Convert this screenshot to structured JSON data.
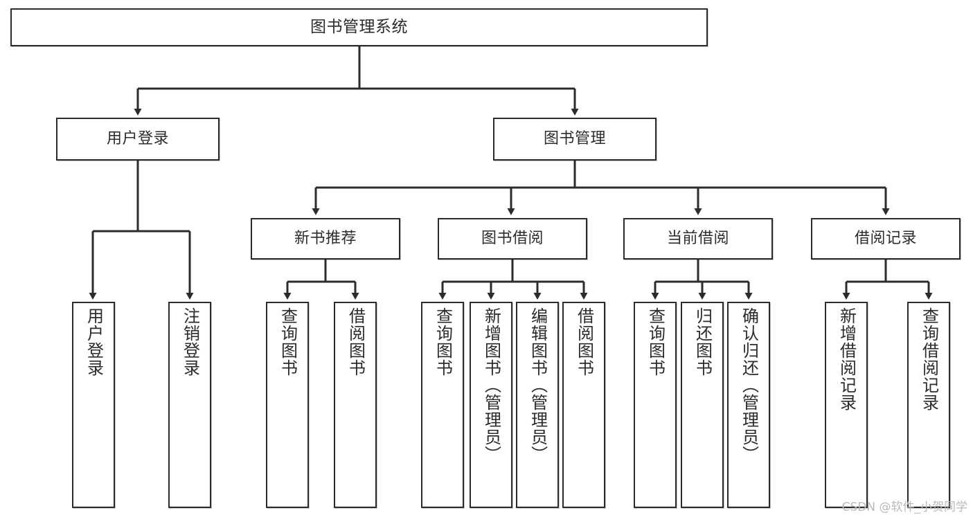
{
  "diagram": {
    "title": "图书管理系统",
    "type": "tree-hierarchy",
    "watermark": "CSDN @软件_小贺同学",
    "colors": {
      "stroke": "#2b2b2b",
      "fill": "#ffffff",
      "text": "#2b2b2b",
      "watermark": "#b9b9b9"
    },
    "root": {
      "label": "图书管理系统"
    },
    "level2": [
      {
        "label": "用户登录"
      },
      {
        "label": "图书管理"
      }
    ],
    "level3": [
      {
        "label": "新书推荐"
      },
      {
        "label": "图书借阅"
      },
      {
        "label": "当前借阅"
      },
      {
        "label": "借阅记录"
      }
    ],
    "leaves": {
      "user_login": [
        {
          "label": "用户登录"
        },
        {
          "label": "注销登录"
        }
      ],
      "new_book_recommend": [
        {
          "label": "查询图书"
        },
        {
          "label": "借阅图书"
        }
      ],
      "book_borrow": [
        {
          "label": "查询图书"
        },
        {
          "label": "新增图书（管理员）"
        },
        {
          "label": "编辑图书（管理员）"
        },
        {
          "label": "借阅图书"
        }
      ],
      "current_borrow": [
        {
          "label": "查询图书"
        },
        {
          "label": "归还图书"
        },
        {
          "label": "确认归还（管理员）"
        }
      ],
      "borrow_record": [
        {
          "label": "新增借阅记录"
        },
        {
          "label": "查询借阅记录"
        }
      ]
    }
  }
}
